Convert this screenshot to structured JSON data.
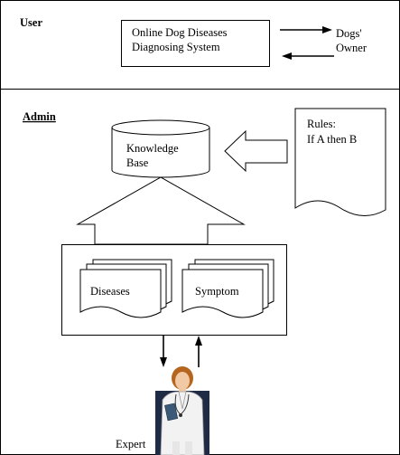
{
  "sections": {
    "user": {
      "label": "User"
    },
    "admin": {
      "label": "Admin"
    }
  },
  "system_box": {
    "line1": "Online Dog Diseases",
    "line2": "Diagnosing System"
  },
  "owner": {
    "line1": "Dogs'",
    "line2": "Owner"
  },
  "knowledge_base": {
    "line1": "Knowledge",
    "line2": "Base"
  },
  "rules_doc": {
    "line1": "Rules:",
    "line2": "If A then B"
  },
  "diseases_doc": {
    "label": "Diseases"
  },
  "symptom_doc": {
    "label": "Symptom"
  },
  "expert": {
    "label": "Expert"
  },
  "colors": {
    "line": "#000000",
    "background": "#ffffff",
    "expert_panel": "#1f2a44",
    "coat": "#f2f2f2"
  }
}
